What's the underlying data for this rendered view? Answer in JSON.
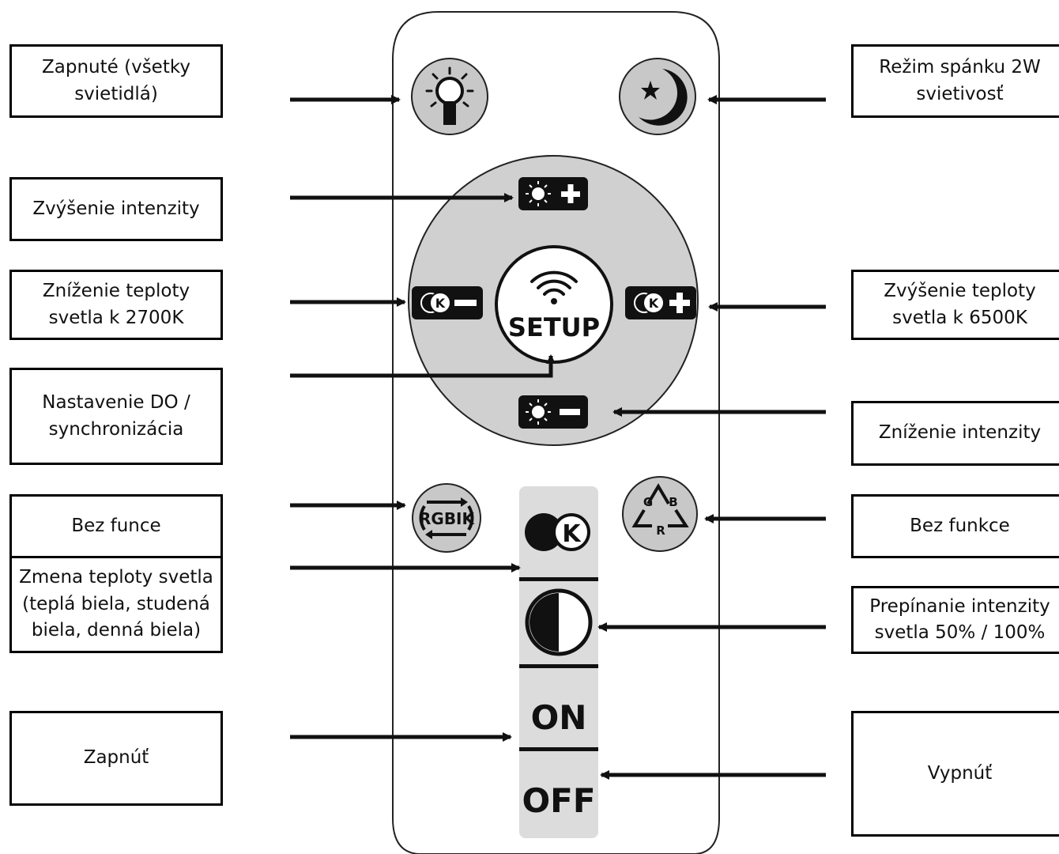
{
  "labels": {
    "all_on": "Zapnuté (všetky svietidlá)",
    "brightness_up": "Zvýšenie intenzity",
    "temp_down": "Zníženie teploty svetla k 2700K",
    "setup_sync": "Nastavenie DO / synchronizácia",
    "no_function_left": "Bez funce",
    "temp_change": "Zmena teploty svetla (teplá biela, studená biela, denná biela)",
    "power_on": "Zapnúť",
    "sleep_mode": "Režim spánku 2W svietivosť",
    "temp_up": "Zvýšenie teploty svetla k 6500K",
    "brightness_down": "Zníženie intenzity",
    "no_function_right": "Bez funkce",
    "intensity_toggle": "Prepínanie intenzity svetla 50% / 100%",
    "power_off": "Vypnúť"
  },
  "remote": {
    "setup_text": "SETUP",
    "rgb_text": "RGBIK",
    "k_text": "K",
    "on_text": "ON",
    "off_text": "OFF",
    "cycle_g": "G",
    "cycle_b": "B",
    "cycle_r": "R"
  },
  "colors": {
    "button_gray": "#c8c8c8",
    "ink": "#111111",
    "panel": "#dcdcdc"
  }
}
